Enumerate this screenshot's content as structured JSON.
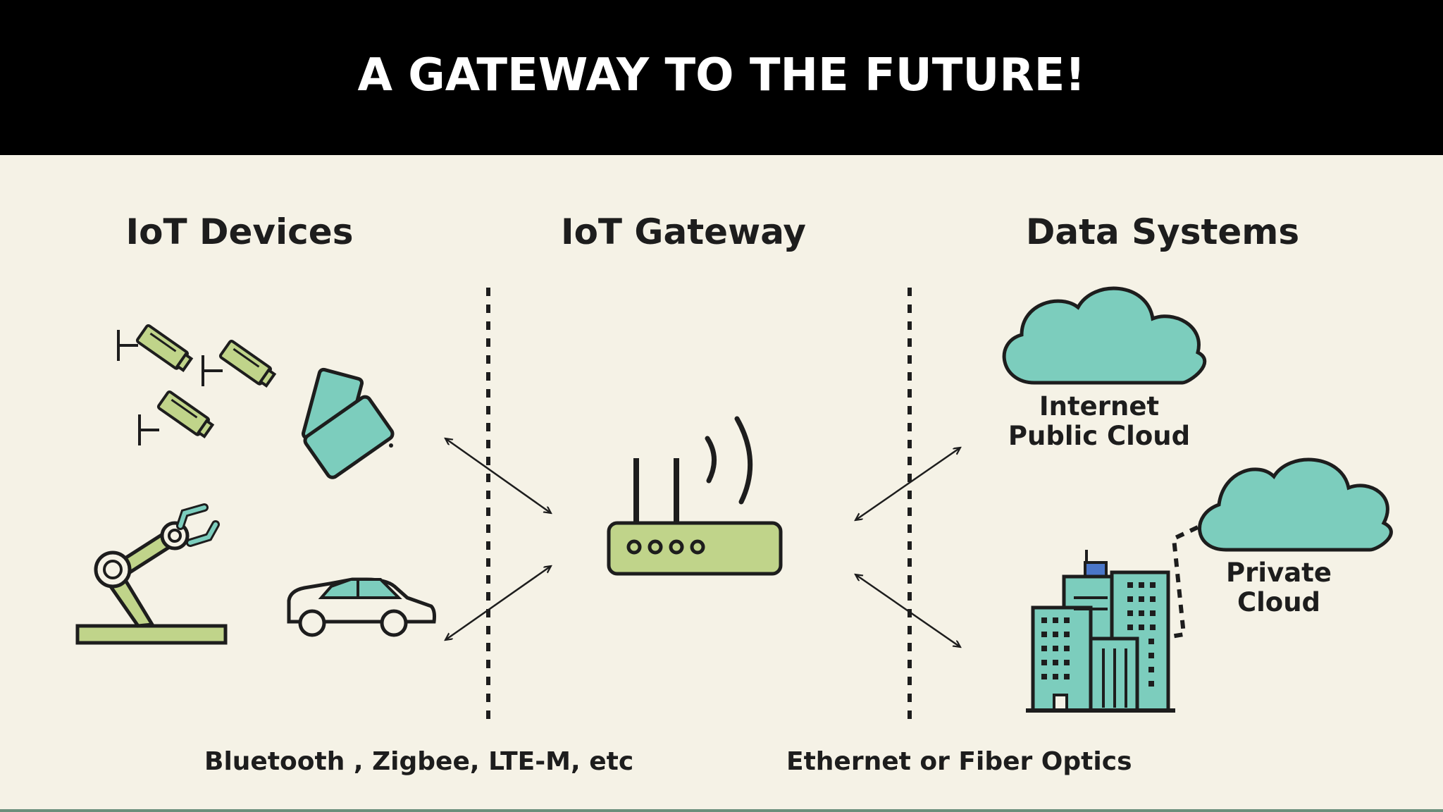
{
  "slide": {
    "title": "A GATEWAY TO THE FUTURE!"
  },
  "columns": {
    "devices": {
      "heading": "IoT Devices"
    },
    "gateway": {
      "heading": "IoT Gateway"
    },
    "systems": {
      "heading": "Data Systems"
    }
  },
  "clouds": {
    "public": {
      "line1": "Internet",
      "line2": "Public Cloud"
    },
    "private": {
      "line1": "Private",
      "line2": "Cloud"
    }
  },
  "footer": {
    "left": "Bluetooth , Zigbee, LTE-M, etc",
    "right": "Ethernet or Fiber Optics"
  },
  "icons": {
    "devices": [
      "cctv-camera-icon",
      "cctv-camera-icon",
      "cctv-camera-icon",
      "tablet-phone-icon",
      "robotic-arm-icon",
      "car-icon"
    ],
    "gateway": [
      "router-icon"
    ],
    "systems": [
      "cloud-icon",
      "cloud-icon",
      "office-buildings-icon"
    ]
  },
  "colors": {
    "teal": "#7ccdbd",
    "green": "#c0d48a",
    "outline": "#1d1d1d",
    "background": "#f5f2e6",
    "title_bar": "#000000",
    "title_text": "#ffffff"
  }
}
